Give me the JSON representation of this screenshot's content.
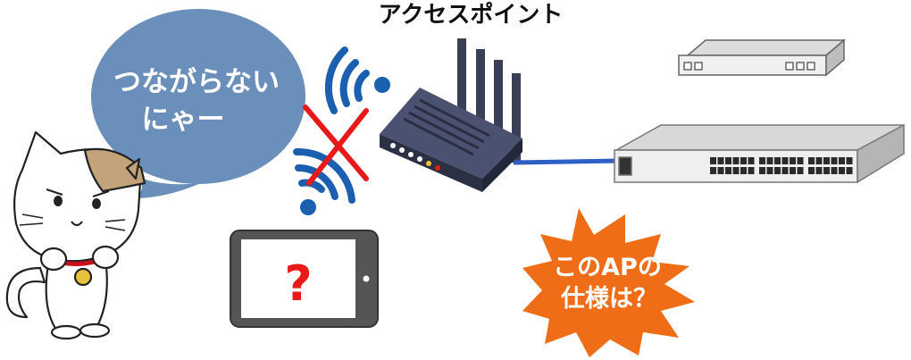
{
  "title": "アクセスポイント",
  "speech_bubble": {
    "line1": "つながらない",
    "line2": "にゃー"
  },
  "tablet": {
    "symbol": "?"
  },
  "burst": {
    "line1": "このAPの",
    "line2": "仕様は？"
  },
  "colors": {
    "bubble": "#6a8fbb",
    "wifi": "#1b5fb0",
    "cross": "#e81919",
    "burst": "#ee6d16",
    "cable": "#2e5fc5",
    "router": "#3a3f57",
    "question": "#e81919"
  }
}
